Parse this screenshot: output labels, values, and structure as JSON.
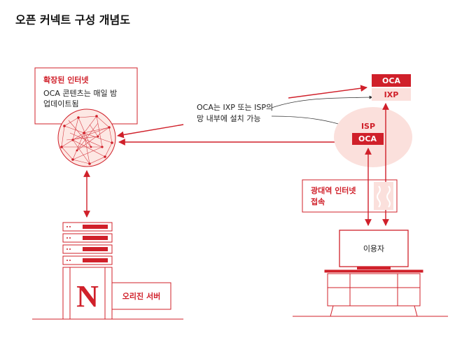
{
  "title": "오픈 커넥트 구성 개념도",
  "cloud_box": {
    "heading": "확장된 인터넷",
    "line1": "OCA 콘텐츠는 매일 밤",
    "line2": "업데이트됨"
  },
  "annotation": {
    "line1": "OCA는 IXP 또는 ISP의",
    "line2": "망 내부에 설치 가능"
  },
  "ixp_stack": {
    "oca": "OCA",
    "ixp": "IXP"
  },
  "isp_circle": {
    "isp": "ISP",
    "oca": "OCA"
  },
  "broadband_box": {
    "line1": "광대역 인터넷",
    "line2": "접속"
  },
  "tv_label": "이용자",
  "server_label": "오리진 서버",
  "logo_letter": "N",
  "colors": {
    "accent": "#d0202a",
    "pink_fill": "#fbe0dc",
    "pink_light": "#fde8e4"
  }
}
